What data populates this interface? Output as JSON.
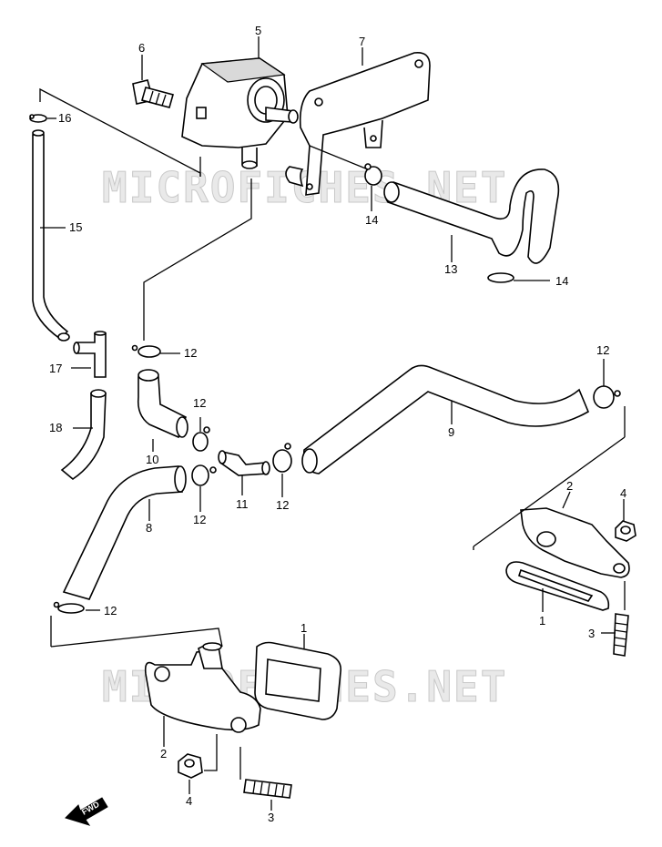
{
  "watermark": {
    "top": "MICROFICHES.NET",
    "bottom": "MICROFICHES.NET"
  },
  "direction_tag": "FWD",
  "callouts": {
    "c1a": "1",
    "c1b": "1",
    "c2a": "2",
    "c2b": "2",
    "c3a": "3",
    "c3b": "3",
    "c4a": "4",
    "c4b": "4",
    "c5": "5",
    "c6": "6",
    "c7": "7",
    "c8": "8",
    "c9": "9",
    "c10": "10",
    "c11": "11",
    "c12a": "12",
    "c12b": "12",
    "c12c": "12",
    "c12d": "12",
    "c12e": "12",
    "c12f": "12",
    "c13": "13",
    "c14a": "14",
    "c14b": "14",
    "c15": "15",
    "c16": "16",
    "c17": "17",
    "c18": "18"
  }
}
